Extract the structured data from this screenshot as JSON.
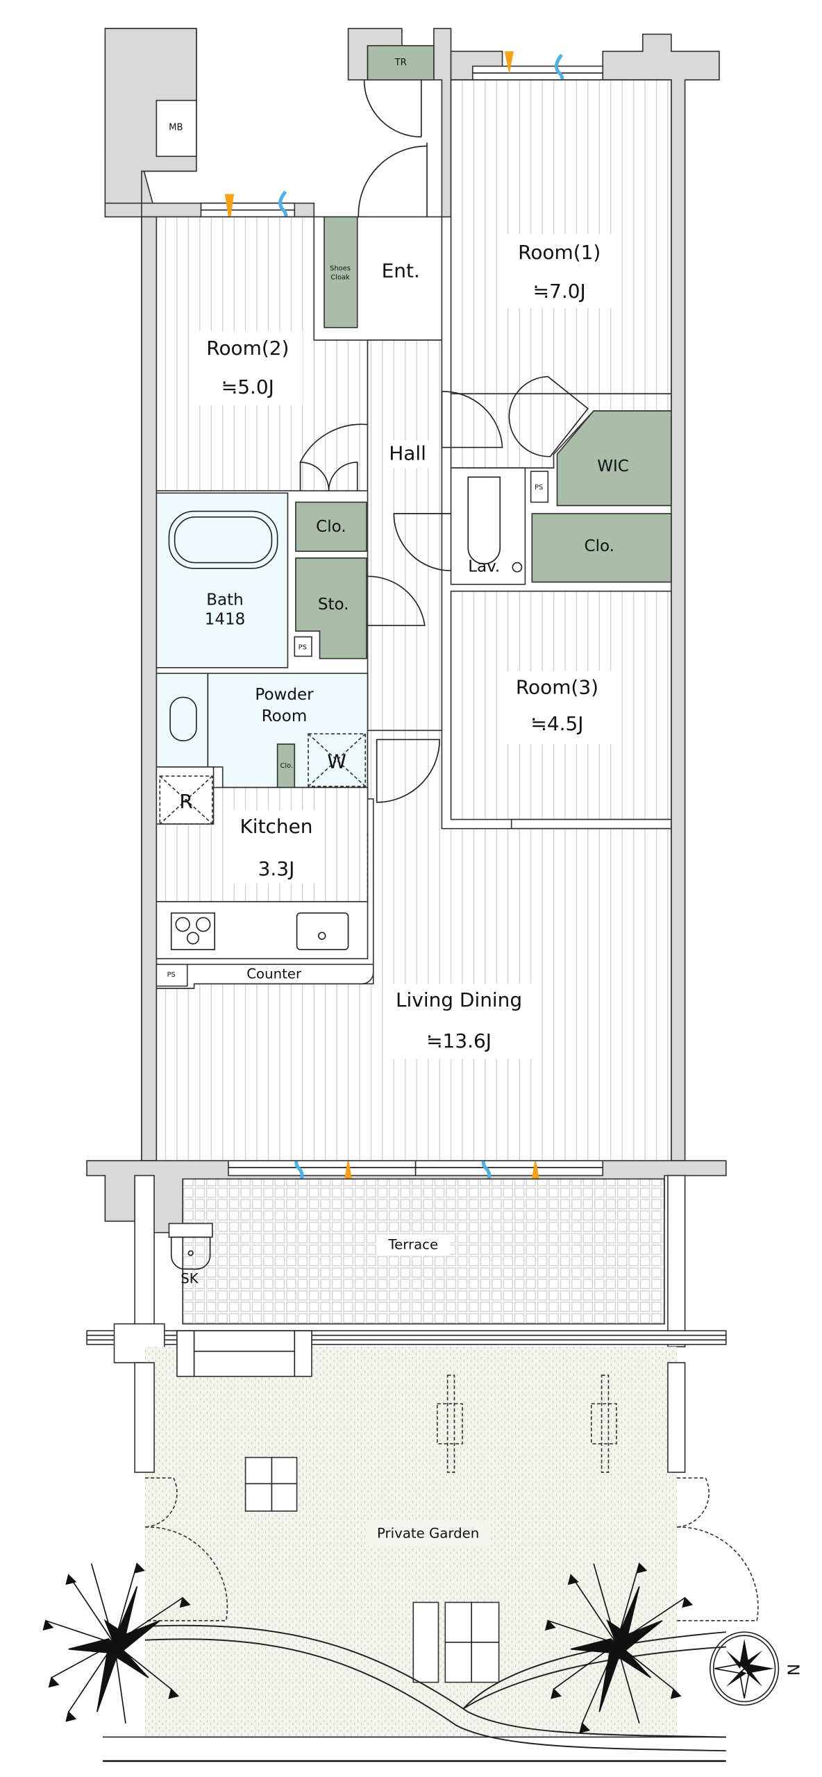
{
  "floorplan": {
    "rooms": {
      "room1": {
        "name": "Room(1)",
        "size": "≒7.0J"
      },
      "room2": {
        "name": "Room(2)",
        "size": "≒5.0J"
      },
      "room3": {
        "name": "Room(3)",
        "size": "≒4.5J"
      },
      "living": {
        "name": "Living Dining",
        "size": "≒13.6J"
      },
      "kitchen": {
        "name": "Kitchen",
        "size": "3.3J"
      },
      "bath": {
        "name": "Bath",
        "size": "1418"
      },
      "powder": {
        "name_line1": "Powder",
        "name_line2": "Room"
      },
      "entrance": {
        "name": "Ent."
      },
      "hall": {
        "name": "Hall"
      },
      "lavatory": {
        "name": "Lav."
      },
      "terrace": {
        "name": "Terrace"
      },
      "garden": {
        "name": "Private Garden"
      }
    },
    "fixtures": {
      "tr": "TR",
      "mb": "MB",
      "shoes_line1": "Shoes",
      "shoes_line2": "Cloak",
      "wic": "WIC",
      "closet": "Clo.",
      "storage": "Sto.",
      "ps": "PS",
      "washer": "W",
      "fridge": "R",
      "counter": "Counter",
      "sink": "SK",
      "compass_n": "N"
    },
    "colors": {
      "storage_green": "#a9bda8",
      "wall_gray": "#d9d9d9",
      "wet_area": "#eefafc",
      "sun_marker": "#f7a11a",
      "wind_marker": "#4fb0e5"
    }
  }
}
